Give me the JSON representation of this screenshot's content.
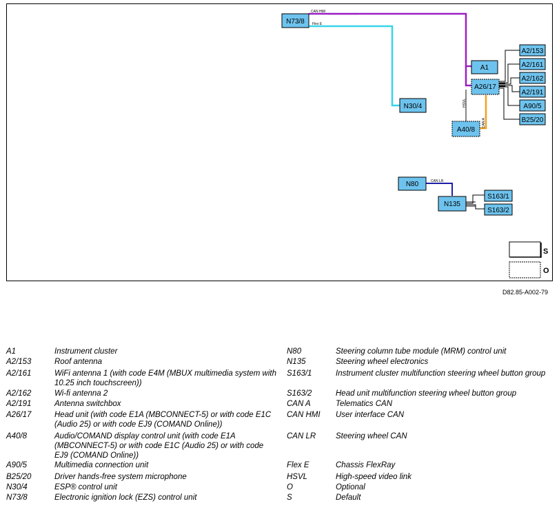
{
  "diagram": {
    "doc_id": "D82.85-A002-79",
    "components": {
      "N73_8": "N73/8",
      "A1": "A1",
      "A26_17": "A26/17",
      "A2_153": "A2/153",
      "A2_161": "A2/161",
      "A2_162": "A2/162",
      "A2_191": "A2/191",
      "A90_5": "A90/5",
      "B25_20": "B25/20",
      "A40_8": "A40/8",
      "N30_4": "N30/4",
      "N80": "N80",
      "N135": "N135",
      "S163_1": "S163/1",
      "S163_2": "S163/2"
    },
    "wires": {
      "can_hmi": "CAN HMI",
      "flex_e": "Flex E",
      "hsvl": "HSVL",
      "can_a": "CAN A",
      "can_lr": "CAN LR"
    },
    "wire_colors": {
      "can_hmi": "#9b1fc4",
      "flex_e": "#35d5e8",
      "can_a": "#f0a020",
      "can_lr": "#1e1ea8",
      "hsvl": "#333333"
    },
    "box_color": "#6ec3ee",
    "key": {
      "s": "S",
      "o": "O"
    }
  },
  "legend_left": [
    {
      "code": "A1",
      "desc": "Instrument cluster"
    },
    {
      "code": "A2/153",
      "desc": "Roof antenna"
    },
    {
      "code": "A2/161",
      "desc": "WiFi antenna 1 (with code E4M (MBUX multimedia system with 10.25 inch touchscreen))"
    },
    {
      "code": "A2/162",
      "desc": "Wi-fi antenna 2"
    },
    {
      "code": "A2/191",
      "desc": "Antenna switchbox"
    },
    {
      "code": "A26/17",
      "desc": "Head unit (with code E1A (MBCONNECT-5) or with code E1C (Audio 25) or with code EJ9 (COMAND Online))"
    },
    {
      "code": "A40/8",
      "desc": "Audio/COMAND display control unit (with code E1A (MBCONNECT-5) or with code E1C (Audio 25) or with code EJ9 (COMAND Online))"
    },
    {
      "code": "A90/5",
      "desc": "Multimedia connection unit"
    },
    {
      "code": "B25/20",
      "desc": "Driver hands-free system microphone"
    },
    {
      "code": "N30/4",
      "desc": "ESP® control unit"
    },
    {
      "code": "N73/8",
      "desc": "Electronic ignition lock (EZS) control unit"
    }
  ],
  "legend_right": [
    {
      "code": "N80",
      "desc": "Steering column tube module (MRM) control unit"
    },
    {
      "code": "N135",
      "desc": "Steering wheel electronics"
    },
    {
      "code": "S163/1",
      "desc": "Instrument cluster multifunction steering wheel button group"
    },
    {
      "code": "S163/2",
      "desc": "Head unit multifunction steering wheel button group"
    },
    {
      "code": "CAN A",
      "desc": "Telematics CAN"
    },
    {
      "code": "CAN HMI",
      "desc": "User interface CAN"
    },
    {
      "code": "CAN LR",
      "desc": "Steering wheel CAN"
    },
    {
      "code": "Flex E",
      "desc": "Chassis FlexRay"
    },
    {
      "code": "HSVL",
      "desc": "High-speed video link"
    },
    {
      "code": "O",
      "desc": "Optional"
    },
    {
      "code": "S",
      "desc": "Default"
    }
  ]
}
